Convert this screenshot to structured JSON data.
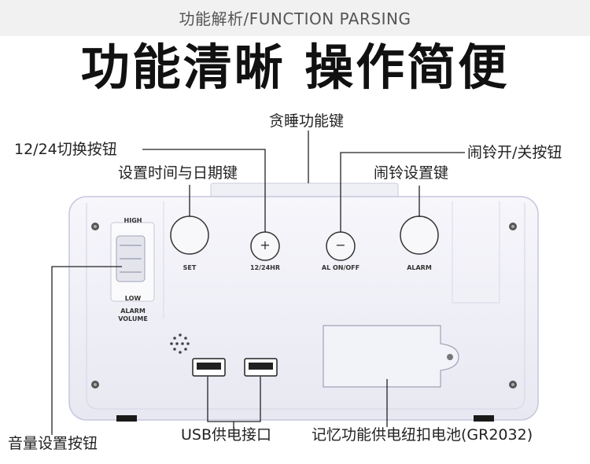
{
  "header": {
    "band_title": "功能解析/FUNCTION PARSING",
    "headline": "功能清晰  操作简便"
  },
  "callouts": {
    "snooze": "贪睡功能键",
    "hour_mode": "12/24切换按钮",
    "set_time_date": "设置时间与日期键",
    "alarm_onoff": "闹铃开/关按钮",
    "alarm_set": "闹铃设置键",
    "volume": "音量设置按钮",
    "usb": "USB供电接口",
    "memory_battery": "记忆功能供电纽扣电池(GR2032)"
  },
  "device": {
    "high": "HIGH",
    "low": "LOW",
    "alarm_volume": "ALARM\nVOLUME",
    "set": "SET",
    "hr": "12/24HR",
    "onoff": "AL ON/OFF",
    "alarm": "ALARM",
    "plus": "+",
    "minus": "−"
  }
}
